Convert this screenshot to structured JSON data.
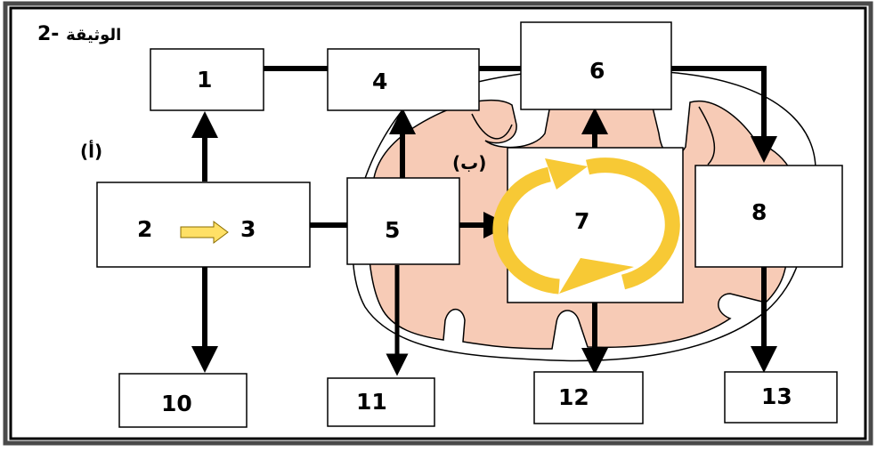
{
  "document_label": "الوثيقة",
  "document_number": "2-",
  "part_a_label": "(أ)",
  "part_b_label": "(ب)",
  "boxes": {
    "b1": "1",
    "b2": "2",
    "b3": "3",
    "b4": "4",
    "b5": "5",
    "b6": "6",
    "b7": "7",
    "b8": "8",
    "b10": "10",
    "b11": "11",
    "b12": "12",
    "b13": "13"
  },
  "colors": {
    "mitochondrion_fill": "#f7cbb6",
    "cycle_arrow": "#f7c935",
    "small_arrow": "#ffe066",
    "frame_shadow": "#333333",
    "line": "#000000"
  }
}
